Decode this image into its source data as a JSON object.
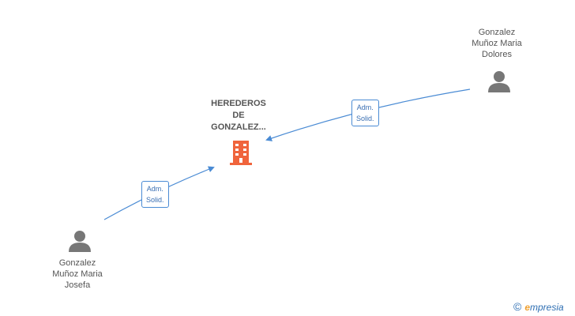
{
  "company": {
    "name_lines": [
      "HEREDEROS",
      "DE",
      "GONZALEZ..."
    ],
    "icon": "building-icon",
    "color": "#f0643c"
  },
  "persons": [
    {
      "id": "dolores",
      "name_lines": [
        "Gonzalez",
        "Muñoz Maria",
        "Dolores"
      ],
      "icon": "person-icon"
    },
    {
      "id": "josefa",
      "name_lines": [
        "Gonzalez",
        "Muñoz Maria",
        "Josefa"
      ],
      "icon": "person-icon"
    }
  ],
  "edges": [
    {
      "from": "dolores",
      "to": "company",
      "label_lines": [
        "Adm.",
        "Solid."
      ]
    },
    {
      "from": "josefa",
      "to": "company",
      "label_lines": [
        "Adm.",
        "Solid."
      ]
    }
  ],
  "colors": {
    "edge": "#4a8bd4",
    "person_icon": "#777777"
  },
  "watermark": {
    "symbol": "©",
    "brand_first": "e",
    "brand_rest": "mpresia"
  }
}
